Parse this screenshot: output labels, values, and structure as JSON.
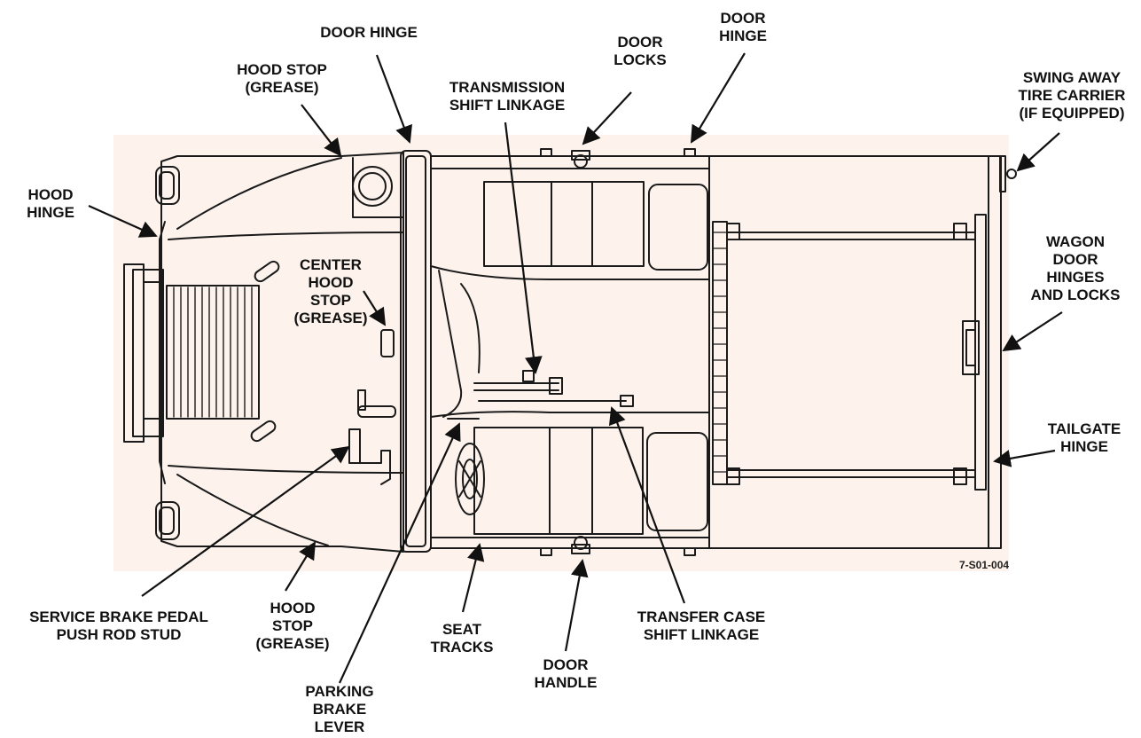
{
  "colors": {
    "background": "#ffffff",
    "panel": "#fdf3ec",
    "ink": "#111111",
    "stroke": "#1a1a1a"
  },
  "figure_id": "7-S01-004",
  "labels": {
    "door_hinge_a": {
      "lines": [
        "DOOR HINGE"
      ]
    },
    "hood_stop_top": {
      "lines": [
        "HOOD STOP",
        "(GREASE)"
      ]
    },
    "transmission_shift": {
      "lines": [
        "TRANSMISSION",
        "SHIFT LINKAGE"
      ]
    },
    "door_locks": {
      "lines": [
        "DOOR",
        "LOCKS"
      ]
    },
    "door_hinge_b": {
      "lines": [
        "DOOR",
        "HINGE"
      ]
    },
    "swing_away": {
      "lines": [
        "SWING AWAY",
        "TIRE CARRIER",
        "(IF EQUIPPED)"
      ]
    },
    "hood_hinge": {
      "lines": [
        "HOOD",
        "HINGE"
      ]
    },
    "center_hood_stop": {
      "lines": [
        "CENTER",
        "HOOD",
        "STOP",
        "(GREASE)"
      ]
    },
    "wagon_door": {
      "lines": [
        "WAGON",
        "DOOR",
        "HINGES",
        "AND LOCKS"
      ]
    },
    "tailgate_hinge": {
      "lines": [
        "TAILGATE",
        "HINGE"
      ]
    },
    "service_brake": {
      "lines": [
        "SERVICE BRAKE PEDAL",
        "PUSH ROD STUD"
      ]
    },
    "hood_stop_bottom": {
      "lines": [
        "HOOD",
        "STOP",
        "(GREASE)"
      ]
    },
    "seat_tracks": {
      "lines": [
        "SEAT",
        "TRACKS"
      ]
    },
    "door_handle": {
      "lines": [
        "DOOR",
        "HANDLE"
      ]
    },
    "transfer_case": {
      "lines": [
        "TRANSFER CASE",
        "SHIFT LINKAGE"
      ]
    },
    "parking_brake": {
      "lines": [
        "PARKING",
        "BRAKE",
        "LEVER"
      ]
    }
  }
}
